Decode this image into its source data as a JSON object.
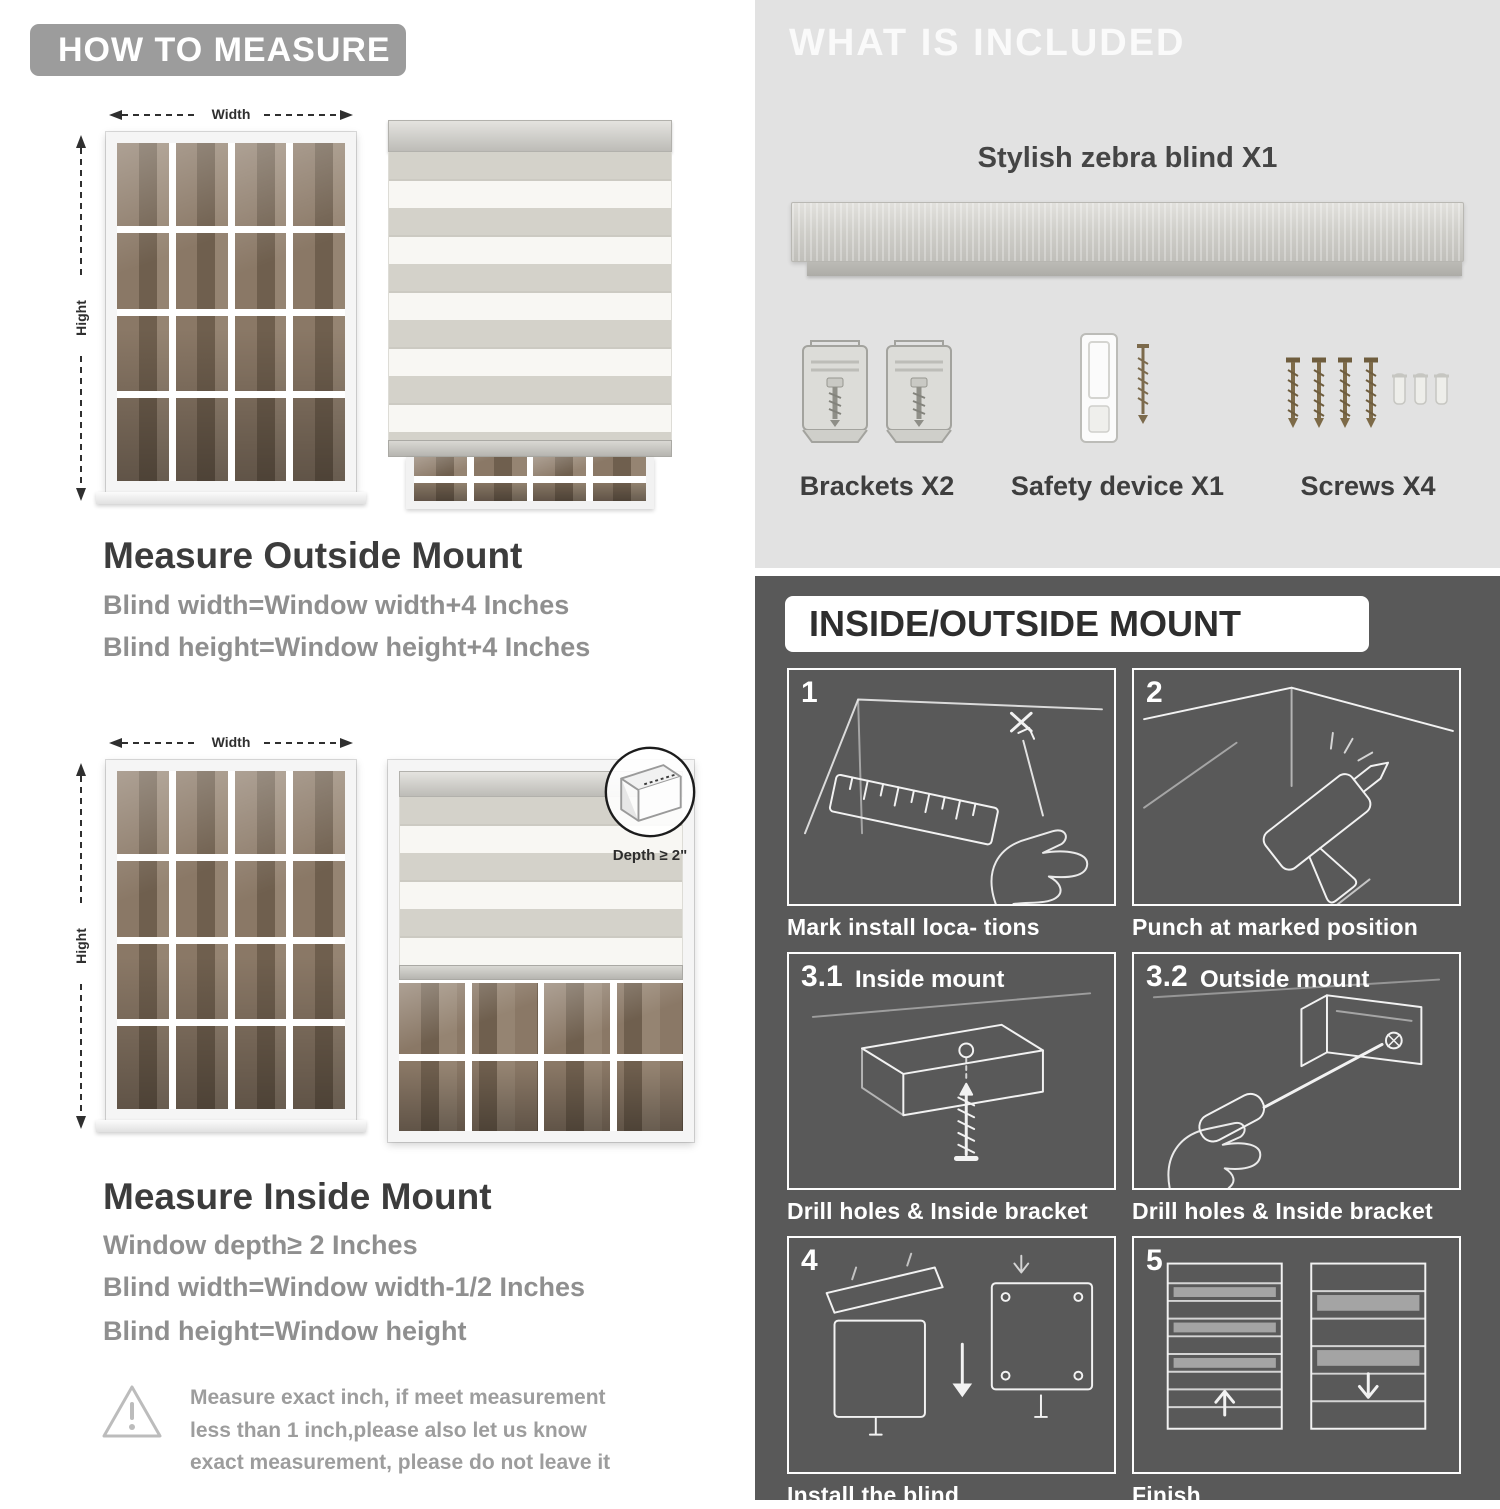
{
  "left": {
    "banner": "HOW TO MEASURE",
    "labels": {
      "width": "Width",
      "height": "Hight"
    },
    "outside": {
      "heading": "Measure Outside Mount",
      "line1": "Blind width=Window width+4 Inches",
      "line2": "Blind height=Window height+4 Inches"
    },
    "inside": {
      "depth_label": "Depth ≥ 2\"",
      "heading": "Measure Inside Mount",
      "line1": "Window depth≥ 2 Inches",
      "line2": "Blind width=Window width-1/2 Inches",
      "line3": "Blind height=Window height"
    },
    "warning": {
      "text": "Measure exact inch, if meet measurement less than 1 inch,please also let us know exact measurement, please do not leave it"
    }
  },
  "right": {
    "included": {
      "title": "WHAT IS INCLUDED",
      "blind_label": "Stylish zebra blind X1",
      "items": [
        {
          "label": "Brackets X2"
        },
        {
          "label": "Safety device X1"
        },
        {
          "label": "Screws X4"
        }
      ]
    },
    "mount": {
      "heading": "INSIDE/OUTSIDE MOUNT",
      "steps": [
        {
          "num": "1",
          "caption": "Mark install loca- tions"
        },
        {
          "num": "2",
          "caption": "Punch at  marked position"
        },
        {
          "num": "3.1",
          "title": "Inside mount",
          "caption": "Drill holes &  Inside bracket"
        },
        {
          "num": "3.2",
          "title": "Outside mount",
          "caption": "Drill holes &  Inside bracket"
        },
        {
          "num": "4",
          "caption": "Install the blind"
        },
        {
          "num": "5",
          "caption": "Finish"
        }
      ]
    }
  }
}
